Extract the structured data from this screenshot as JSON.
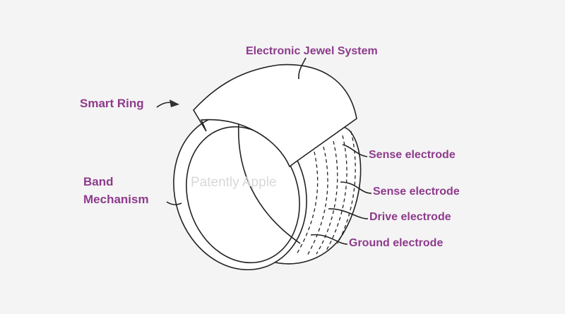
{
  "labels": {
    "electronic_jewel_system": "Electronic Jewel System",
    "smart_ring": "Smart Ring",
    "band": "Band",
    "mechanism": "Mechanism",
    "sense_electrode_1": "Sense electrode",
    "sense_electrode_2": "Sense electrode",
    "drive_electrode": "Drive electrode",
    "ground_electrode": "Ground electrode"
  },
  "watermark": "Patently Apple",
  "colors": {
    "label": "#8e3b8c",
    "background": "#f4f4f4",
    "line": "#222222"
  }
}
